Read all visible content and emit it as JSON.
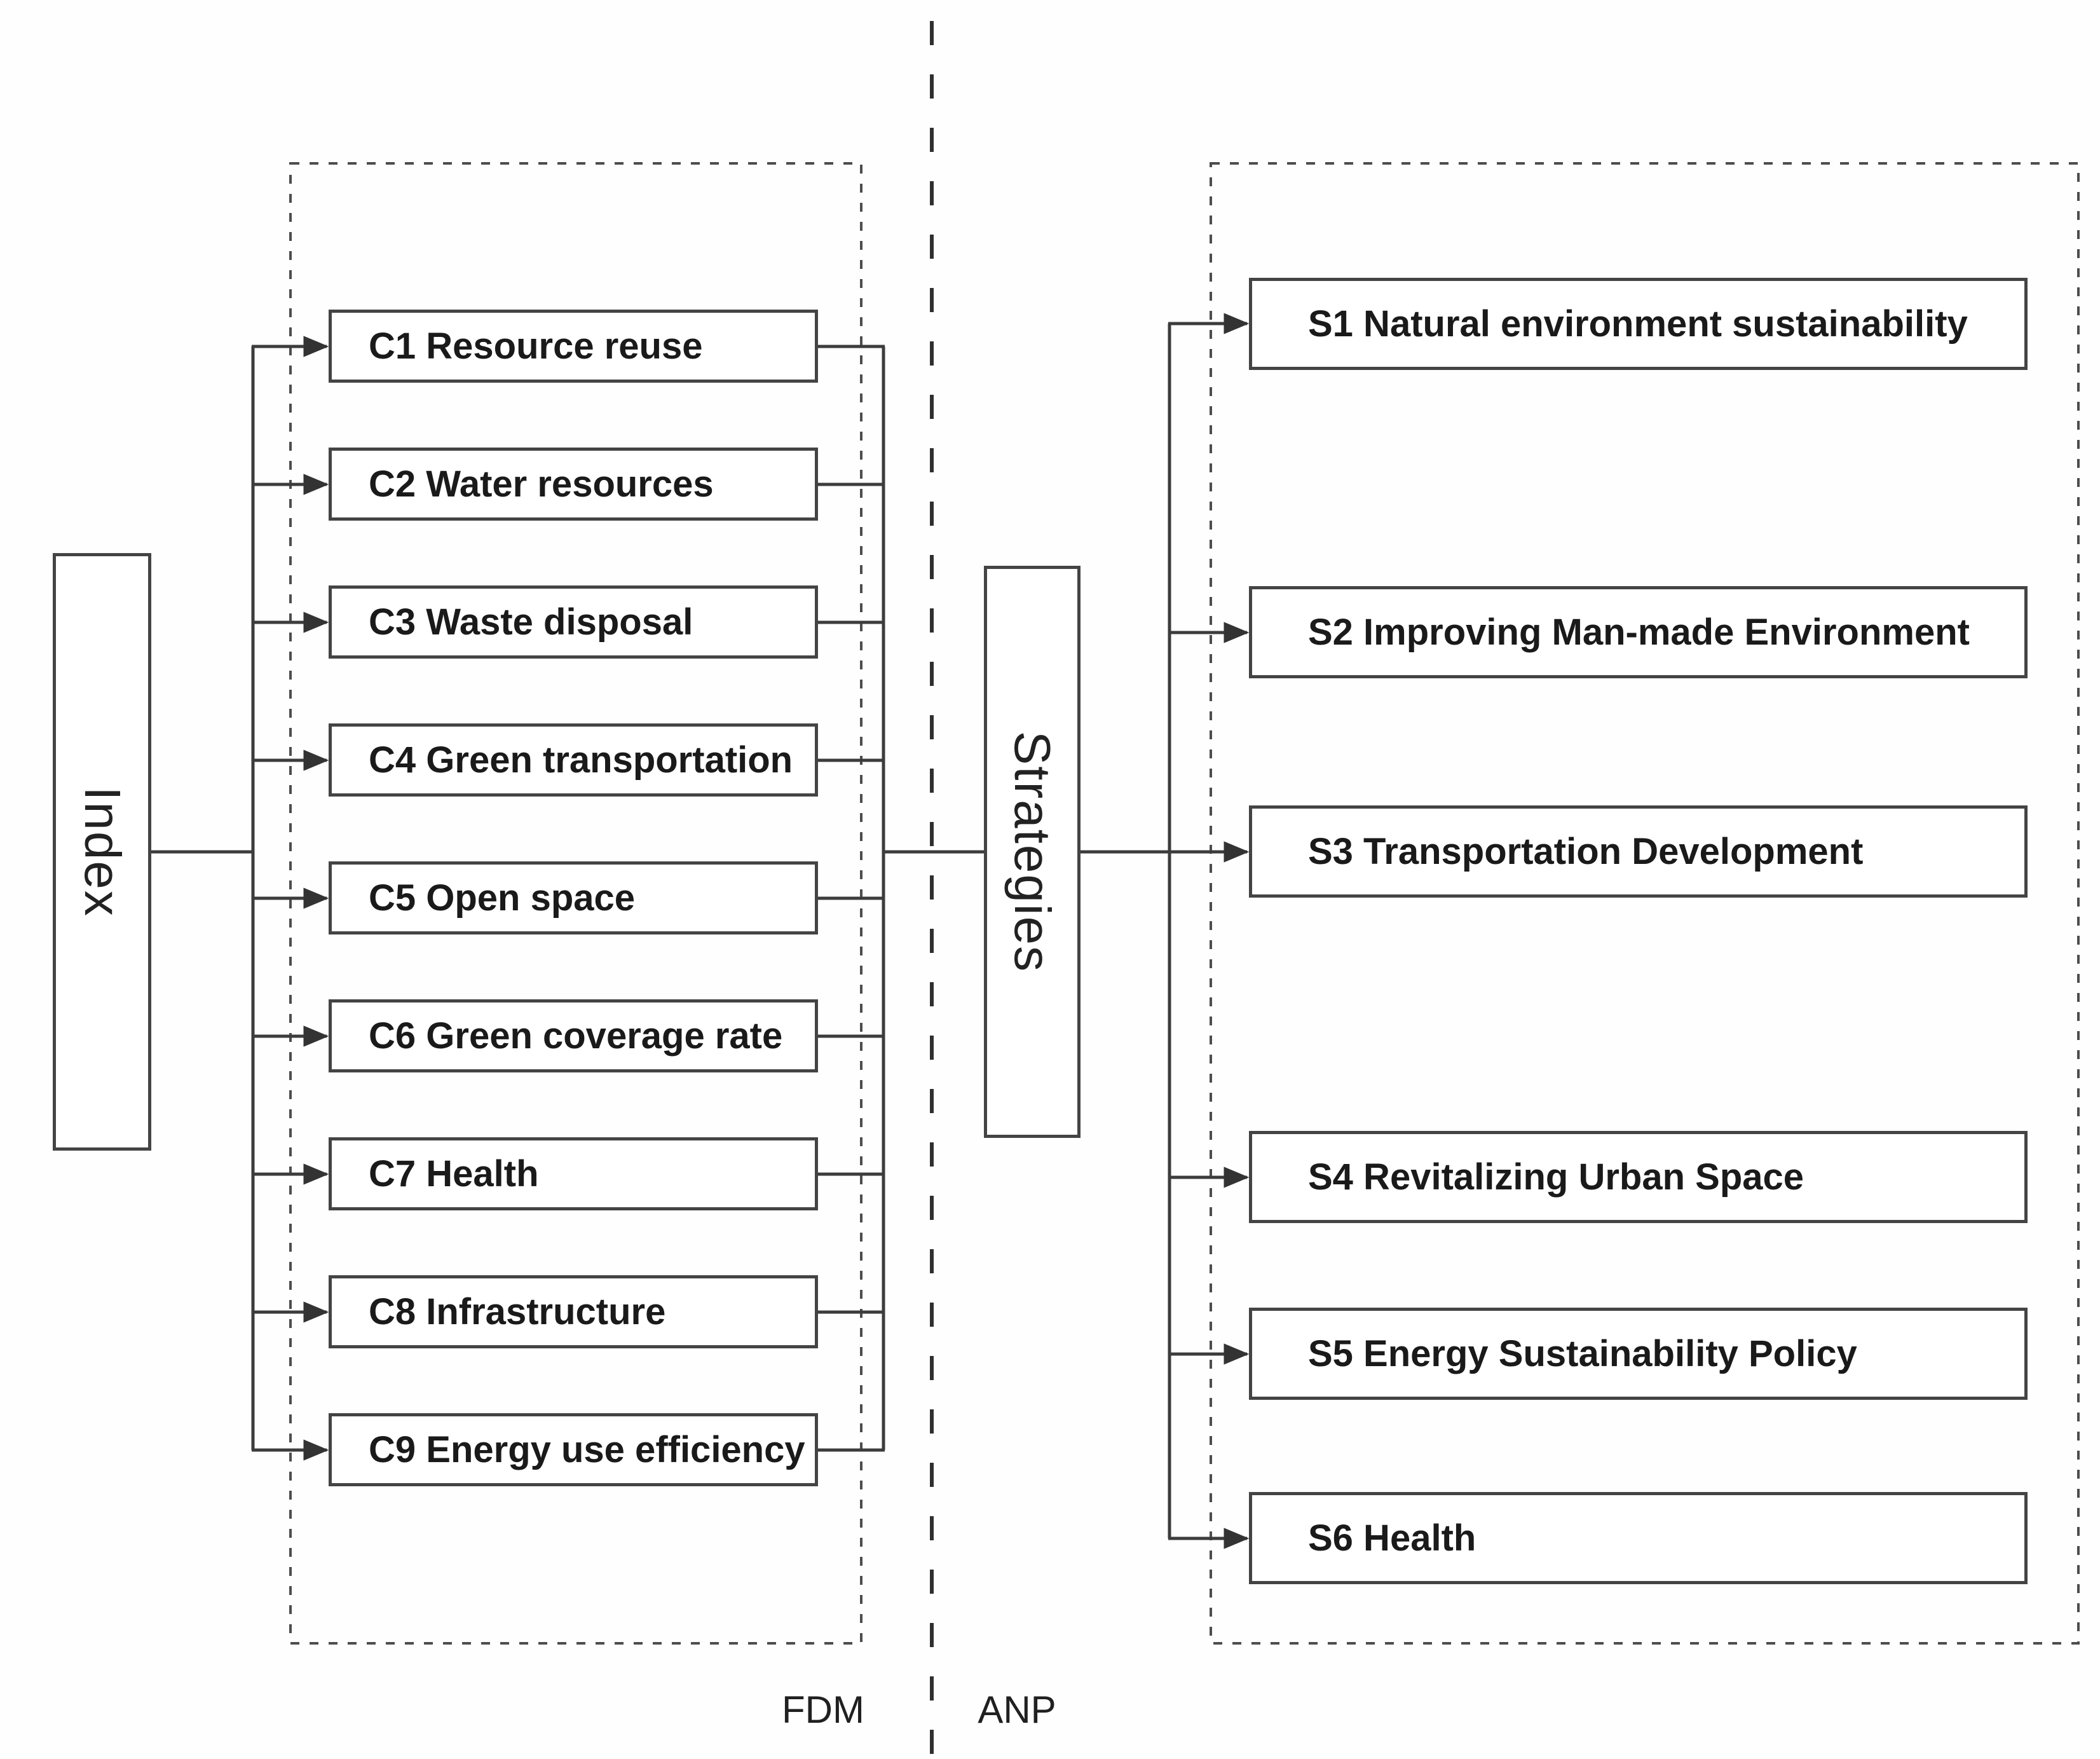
{
  "figure": {
    "background": "#ffffff",
    "line_color": "#3c3c3c",
    "text_color": "#1a1a1a"
  },
  "index": {
    "label": "Index"
  },
  "strategies_root": {
    "label": "Strategies"
  },
  "fdm": {
    "label": "FDM",
    "criteria": [
      {
        "id": "C1",
        "label": "C1 Resource reuse"
      },
      {
        "id": "C2",
        "label": "C2 Water resources"
      },
      {
        "id": "C3",
        "label": "C3 Waste disposal"
      },
      {
        "id": "C4",
        "label": "C4 Green transportation"
      },
      {
        "id": "C5",
        "label": "C5 Open space"
      },
      {
        "id": "C6",
        "label": "C6 Green coverage rate"
      },
      {
        "id": "C7",
        "label": "C7 Health"
      },
      {
        "id": "C8",
        "label": "C8 Infrastructure"
      },
      {
        "id": "C9",
        "label": "C9 Energy use efficiency"
      }
    ]
  },
  "anp": {
    "label": "ANP",
    "strategies": [
      {
        "id": "S1",
        "label": "S1 Natural environment sustainability"
      },
      {
        "id": "S2",
        "label": "S2 Improving Man-made Environment"
      },
      {
        "id": "S3",
        "label": "S3 Transportation Development"
      },
      {
        "id": "S4",
        "label": "S4 Revitalizing Urban Space"
      },
      {
        "id": "S5",
        "label": "S5 Energy Sustainability Policy"
      },
      {
        "id": "S6",
        "label": "S6 Health"
      }
    ]
  }
}
